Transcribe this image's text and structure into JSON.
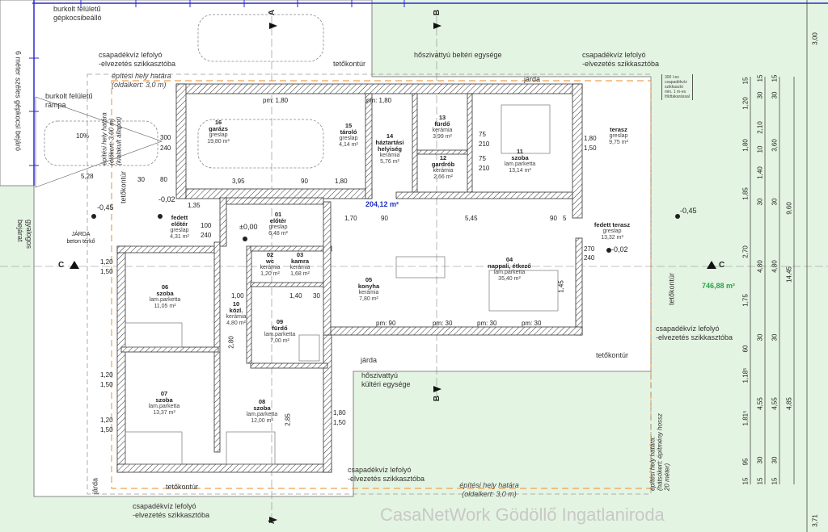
{
  "colors": {
    "lawn": "#e4f4e2",
    "paved": "#ffffff",
    "wall": "#333333",
    "boundary": "#f0a050",
    "grid": "#2a2ad0",
    "area_blue": "#1f2fbf",
    "area_green": "#2aa34a"
  },
  "rooms": [
    {
      "num": "16",
      "name": "garázs",
      "floor": "greslap",
      "area": "19,80 m²"
    },
    {
      "num": "15",
      "name": "tároló",
      "floor": "greslap",
      "area": "4,14 m²"
    },
    {
      "num": "14",
      "name": "háztartási helyiség",
      "floor": "kerámia",
      "area": "5,76 m²"
    },
    {
      "num": "13",
      "name": "fürdő",
      "floor": "kerámia",
      "area": "3,99 m²"
    },
    {
      "num": "12",
      "name": "gardrób",
      "floor": "kerámia",
      "area": "2,66 m²"
    },
    {
      "num": "11",
      "name": "szoba",
      "floor": "lam.parketta",
      "area": "13,14 m²"
    },
    {
      "num": "",
      "name": "terasz",
      "floor": "greslap",
      "area": "9,75 m²"
    },
    {
      "num": "",
      "name": "fedett terasz",
      "floor": "greslap",
      "area": "13,32 m²"
    },
    {
      "num": "01",
      "name": "előtér",
      "floor": "greslap",
      "area": "6,48 m²"
    },
    {
      "num": "",
      "name": "fedett előtér",
      "floor": "greslap",
      "area": "4,31 m²"
    },
    {
      "num": "02",
      "name": "wc",
      "floor": "kerámia",
      "area": "1,20 m²"
    },
    {
      "num": "03",
      "name": "kamra",
      "floor": "kerámia",
      "area": "1,68 m²"
    },
    {
      "num": "05",
      "name": "konyha",
      "floor": "kerámia",
      "area": "7,80 m²"
    },
    {
      "num": "04",
      "name": "nappali, étkező",
      "floor": "lam.parketta",
      "area": "35,40 m²"
    },
    {
      "num": "06",
      "name": "szoba",
      "floor": "lam.parketta",
      "area": "11,05 m²"
    },
    {
      "num": "10",
      "name": "közl.",
      "floor": "kerámia",
      "area": "4,80 m²"
    },
    {
      "num": "09",
      "name": "fürdő",
      "floor": "lam.parketta",
      "area": "7,00 m²"
    },
    {
      "num": "07",
      "name": "szoba",
      "floor": "lam.parketta",
      "area": "13,37 m²"
    },
    {
      "num": "08",
      "name": "szoba",
      "floor": "lam.parketta",
      "area": "12,00 m²"
    }
  ],
  "annotations": {
    "parking": [
      "burkolt felületű",
      "gépkocsibeálló"
    ],
    "ramp": [
      "burkolt felületű",
      "rámpa"
    ],
    "drain": [
      "csapadékvíz lefolyó",
      "-elvezetés szikkasztóba"
    ],
    "roof_contour": "tetőkontúr",
    "heatpump_in": "hőszivattyú beltéri egysége",
    "heatpump_out": [
      "hőszivattyú",
      "kültéri egysége"
    ],
    "walkway": "járda",
    "side_boundary": [
      "építési hely határa",
      "(oldalkert: 3,0 m)"
    ],
    "front_boundary": [
      "építési hely határa",
      "(előkert: 3,00 m)",
      "(kialakult állapot)"
    ],
    "rear_boundary": [
      "építési hely határa:",
      "(hátsókert: építmény hossz",
      "20 méter)"
    ],
    "driveway": "6 méter széles gépkocsi bejáró",
    "pedestrian": [
      "gyalogos",
      "bejárat"
    ],
    "pavement": [
      "JÁRDA",
      "beton térkő"
    ],
    "slope": "10%",
    "tank_note": [
      "300 l-es",
      "csapadékvíz",
      "szikkasztó",
      "min. 1 m-es",
      "földtakarással"
    ],
    "built_area": "204,12 m²",
    "plot_area": "746,88 m²"
  },
  "levels": [
    "-0,45",
    "-0,02",
    "±0,00",
    "-0,45",
    "-0,02"
  ],
  "sections": [
    "A",
    "A",
    "B",
    "B",
    "C",
    "C"
  ],
  "dims_interior": [
    "300",
    "240",
    "5,28",
    "30",
    "80",
    "3,95",
    "90",
    "1,80",
    "1,35",
    "1,70",
    "90",
    "5,45",
    "90",
    "5",
    "270",
    "240",
    "100",
    "240",
    "75",
    "210",
    "75",
    "210",
    "1,80",
    "1,50",
    "pm: 1,80",
    "pm: 1,80",
    "pm: 90",
    "pm: 30",
    "pm: 30",
    "pm: 30",
    "1,20",
    "1,50",
    "1,20",
    "1,50",
    "1,20",
    "1,50",
    "1,80",
    "1,50",
    "2,80",
    "2,85",
    "1,45",
    "1,00",
    "1,40",
    "30"
  ],
  "dims_right": {
    "col1": [
      "15",
      "1,20",
      "1,80",
      "1,85",
      "2,70",
      "1,75",
      "60",
      "1,18⁵",
      "1,81⁵",
      "95",
      "15"
    ],
    "col2": [
      "15",
      "30",
      "2,10",
      "10",
      "1,40",
      "30",
      "4,80",
      "30",
      "4,55",
      "30",
      "15"
    ],
    "col3": [
      "15",
      "30",
      "3,60",
      "30",
      "4,80",
      "30",
      "4,55",
      "30",
      "15"
    ],
    "col4": [
      "9,60",
      "14,45",
      "4,85"
    ],
    "col5": [
      "3,00",
      "3,71"
    ]
  },
  "watermark": "CasaNetWork Gödöllő Ingatlaniroda"
}
